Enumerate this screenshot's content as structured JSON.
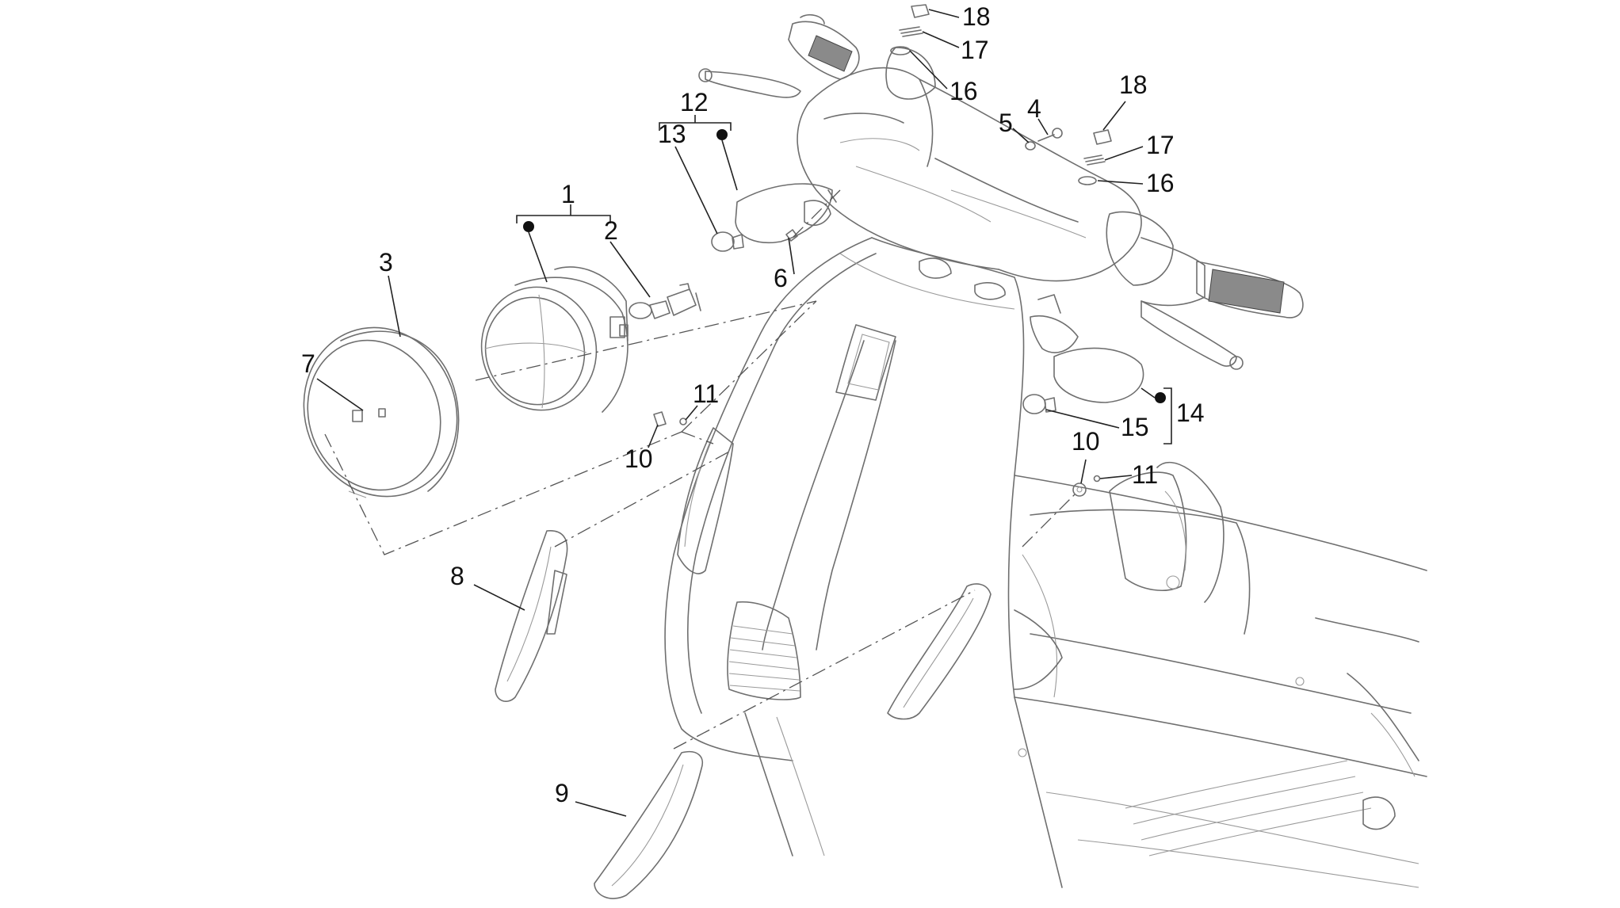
{
  "diagram": {
    "callouts": [
      {
        "id": "c1",
        "text": "1"
      },
      {
        "id": "c2",
        "text": "2"
      },
      {
        "id": "c3",
        "text": "3"
      },
      {
        "id": "c4",
        "text": "4"
      },
      {
        "id": "c5",
        "text": "5"
      },
      {
        "id": "c6",
        "text": "6"
      },
      {
        "id": "c7",
        "text": "7"
      },
      {
        "id": "c8",
        "text": "8"
      },
      {
        "id": "c9",
        "text": "9"
      },
      {
        "id": "c10a",
        "text": "10"
      },
      {
        "id": "c10b",
        "text": "10"
      },
      {
        "id": "c11a",
        "text": "11"
      },
      {
        "id": "c11b",
        "text": "11"
      },
      {
        "id": "c12",
        "text": "12"
      },
      {
        "id": "c13",
        "text": "13"
      },
      {
        "id": "c14",
        "text": "14"
      },
      {
        "id": "c15",
        "text": "15"
      },
      {
        "id": "c16a",
        "text": "16"
      },
      {
        "id": "c16b",
        "text": "16"
      },
      {
        "id": "c17a",
        "text": "17"
      },
      {
        "id": "c17b",
        "text": "17"
      },
      {
        "id": "c18a",
        "text": "18"
      },
      {
        "id": "c18b",
        "text": "18"
      }
    ],
    "colors": {
      "line": "#6f6f6f",
      "ink": "#111111",
      "background": "#ffffff"
    }
  }
}
